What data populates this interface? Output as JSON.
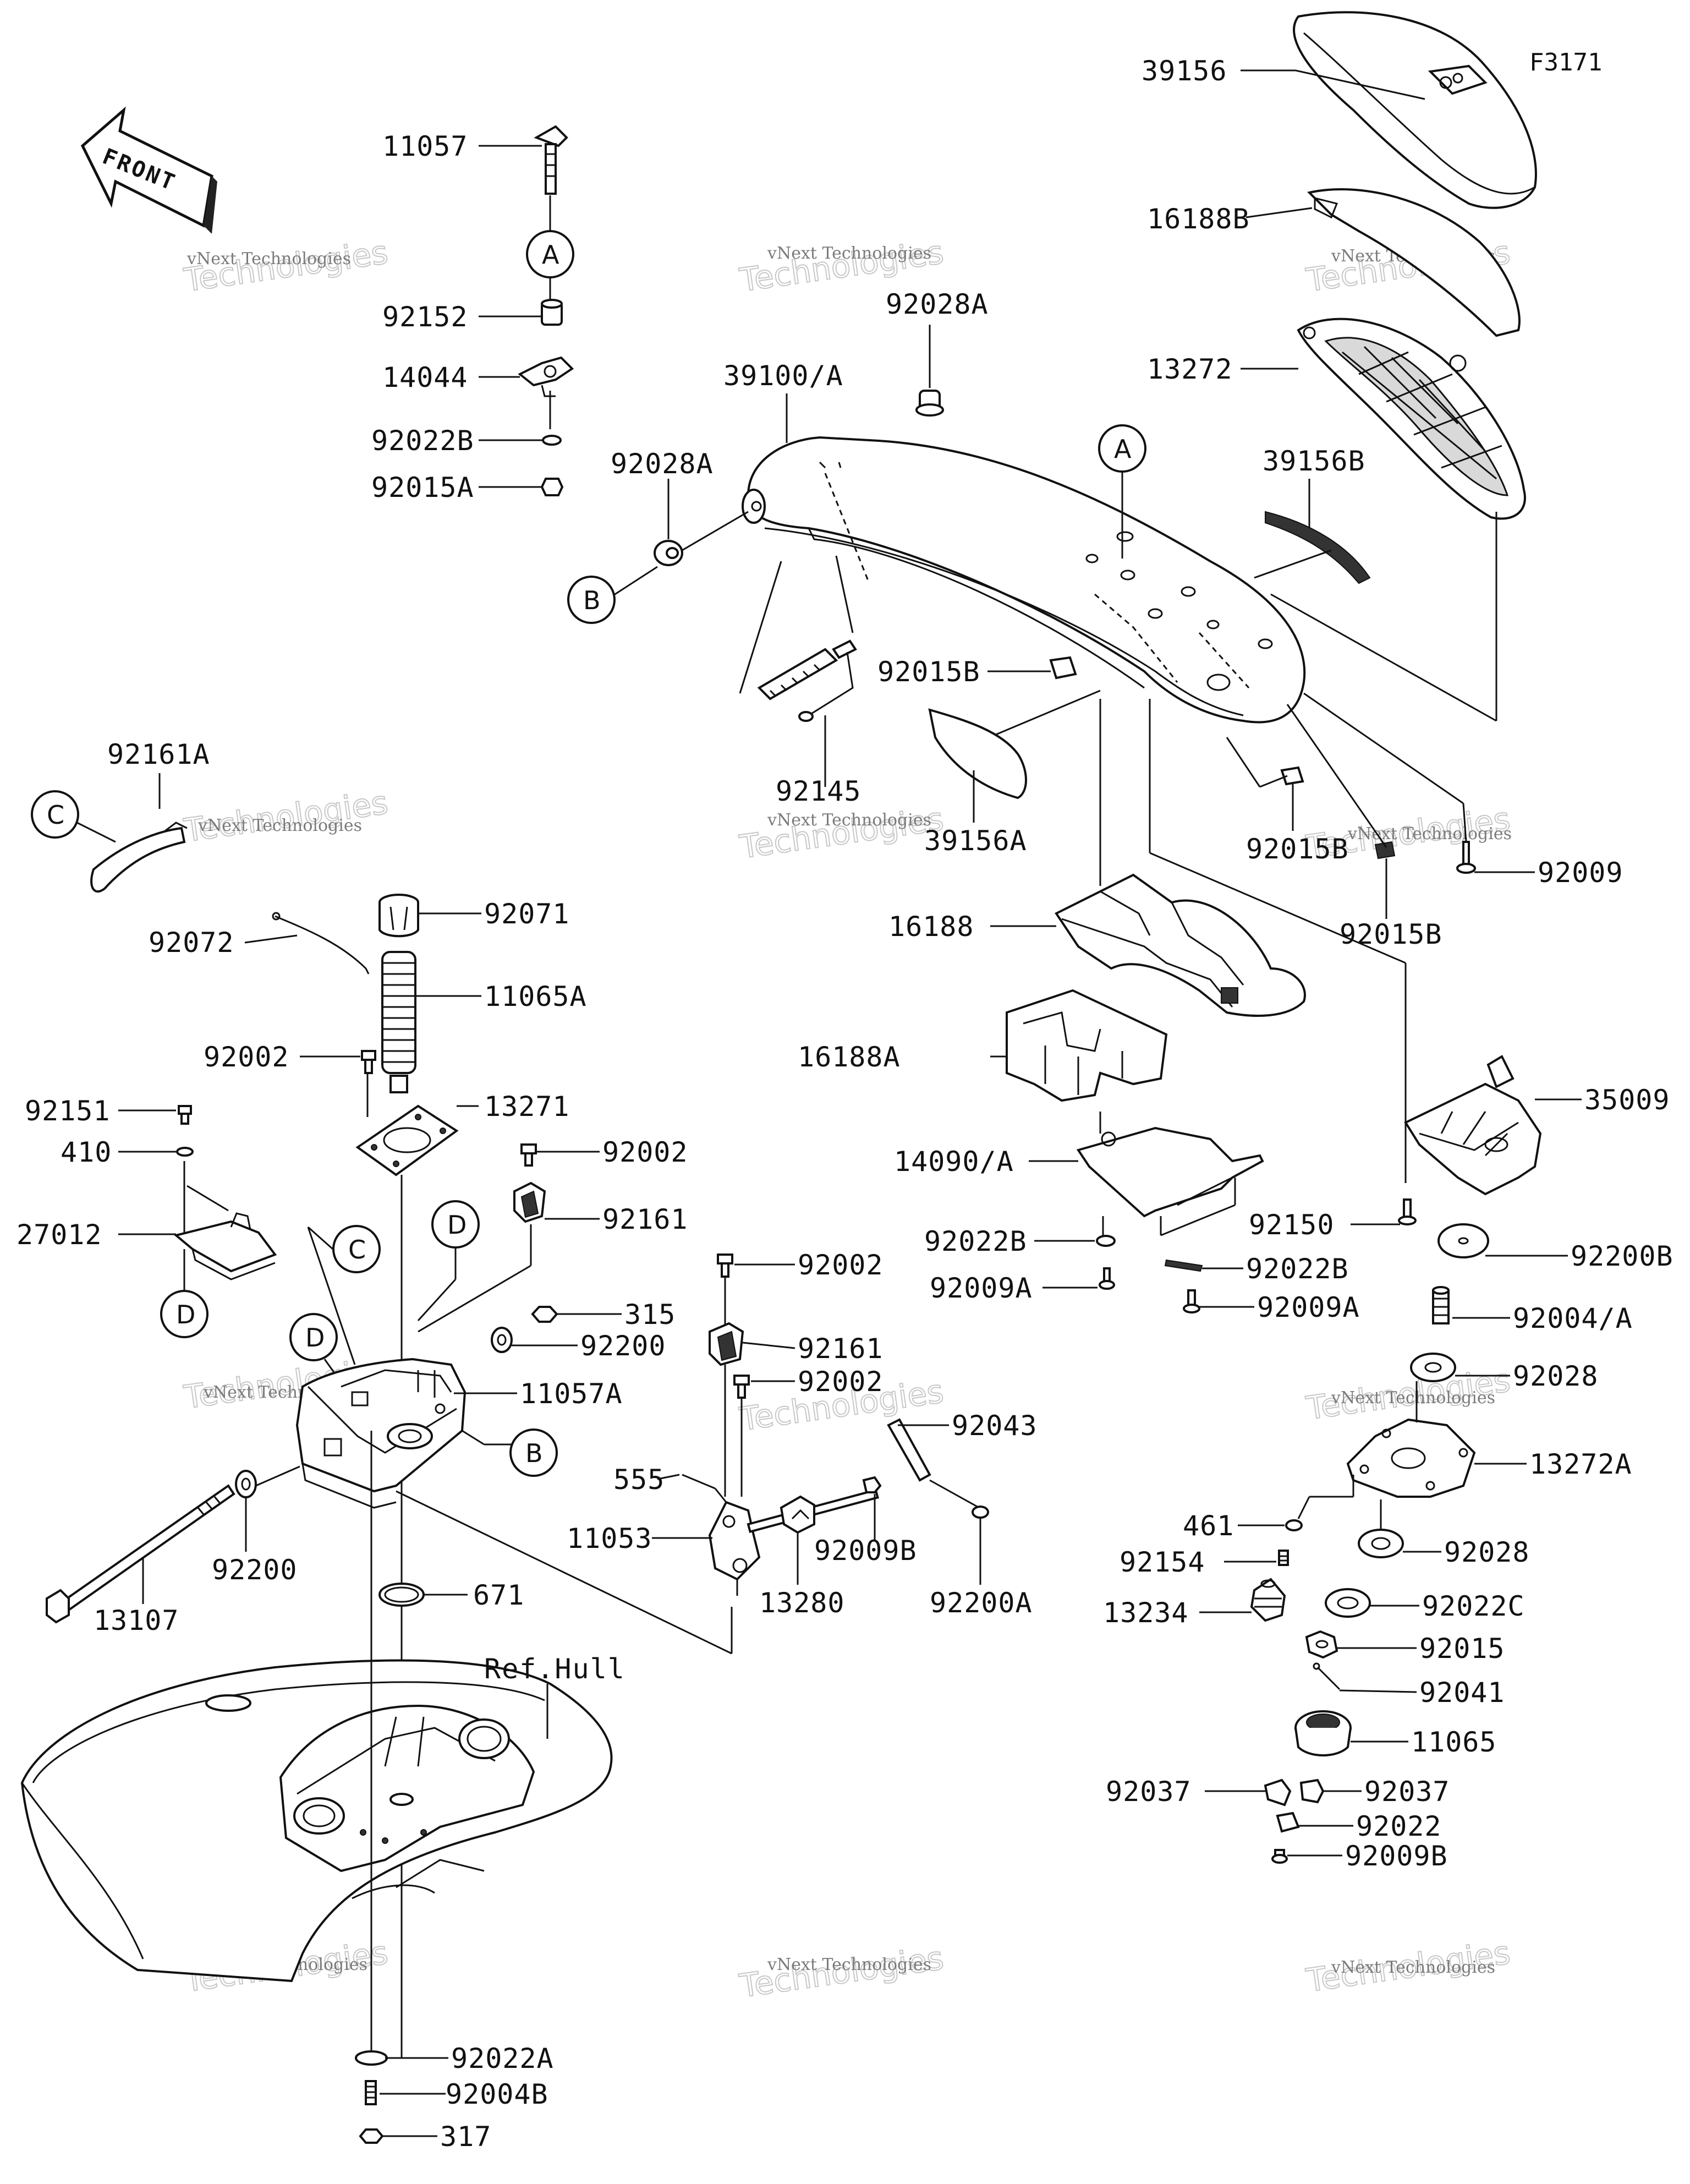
{
  "figure_code": "F3171",
  "front_arrow_text": "FRONT",
  "ref_text": "Ref.Hull",
  "watermark": {
    "line1": "vNext Technologies",
    "line2": "Technologies",
    "line0": "vNext"
  },
  "callouts": {
    "a": "A",
    "b": "B",
    "c": "C",
    "d": "D"
  },
  "labels": {
    "p11057": "11057",
    "p92152": "92152",
    "p14044": "14044",
    "p92022B_top": "92022B",
    "p92015A": "92015A",
    "p92028A_top": "92028A",
    "p39100A": "39100/A",
    "p92028A_left": "92028A",
    "p92015B_mid": "92015B",
    "p92145": "92145",
    "p39156A": "39156A",
    "p39156": "39156",
    "p16188B": "16188B",
    "p13272": "13272",
    "p39156B": "39156B",
    "p92015B_right": "92015B",
    "p92015B_right2": "92015B",
    "p92009": "92009",
    "p92161A": "92161A",
    "p92071": "92071",
    "p92072": "92072",
    "p11065A": "11065A",
    "p92002_a": "92002",
    "p13271": "13271",
    "p92151": "92151",
    "p410": "410",
    "p27012": "27012",
    "p92002_b": "92002",
    "p92161_a": "92161",
    "p315": "315",
    "p92200_a": "92200",
    "p11057A": "11057A",
    "p92200_b": "92200",
    "p13107": "13107",
    "p671": "671",
    "p16188": "16188",
    "p16188A": "16188A",
    "p14090A": "14090/A",
    "p92022B_mid": "92022B",
    "p92009A_a": "92009A",
    "p92022B_mid2": "92022B",
    "p92009A_b": "92009A",
    "p92002_c": "92002",
    "p92161_b": "92161",
    "p92002_d": "92002",
    "p92043": "92043",
    "p555": "555",
    "p11053": "11053",
    "p92009B_a": "92009B",
    "p13280": "13280",
    "p92200A": "92200A",
    "p35009": "35009",
    "p92150": "92150",
    "p92200B": "92200B",
    "p92004A": "92004/A",
    "p92028_a": "92028",
    "p13272A": "13272A",
    "p461": "461",
    "p92028_b": "92028",
    "p92154": "92154",
    "p13234": "13234",
    "p92022C": "92022C",
    "p92015": "92015",
    "p92041": "92041",
    "p11065": "11065",
    "p92037_a": "92037",
    "p92037_b": "92037",
    "p92022": "92022",
    "p92009B_b": "92009B",
    "p92022A": "92022A",
    "p92004B": "92004B",
    "p317": "317"
  }
}
